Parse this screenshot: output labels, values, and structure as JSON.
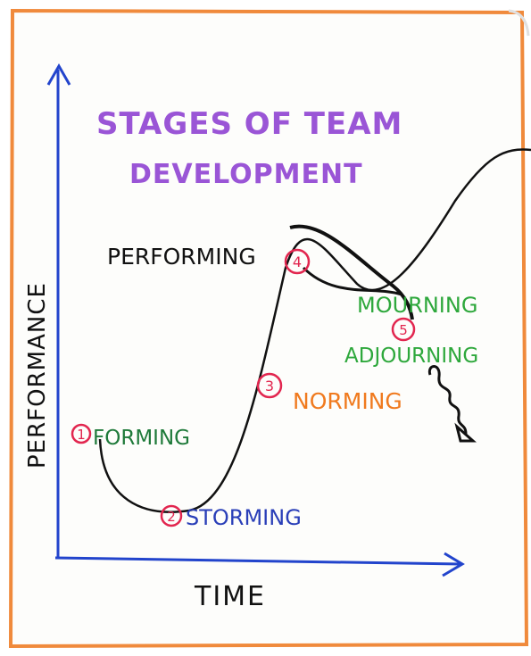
{
  "title": {
    "line1": "STAGES OF TEAM",
    "line2": "DEVELOPMENT"
  },
  "axes": {
    "y_label": "PERFORMANCE",
    "x_label": "TIME"
  },
  "stages": [
    {
      "number": "1",
      "label": "FORMING"
    },
    {
      "number": "2",
      "label": "STORMING"
    },
    {
      "number": "3",
      "label": "NORMING"
    },
    {
      "number": "4",
      "label": "PERFORMING"
    },
    {
      "number": "5",
      "label": "ADJOURNING"
    }
  ],
  "extra_label": "MOURNING",
  "colors": {
    "frame": "#f08a3c",
    "axis": "#2244cc",
    "title": "#9a55d6",
    "curve": "#111111",
    "circle": "#e2264f",
    "forming": "#1f7a3a",
    "storming": "#2a3fb8",
    "norming": "#f07a1e",
    "performing": "#111111",
    "mourning": "#2ea83c",
    "adjourning": "#2ea83c"
  }
}
